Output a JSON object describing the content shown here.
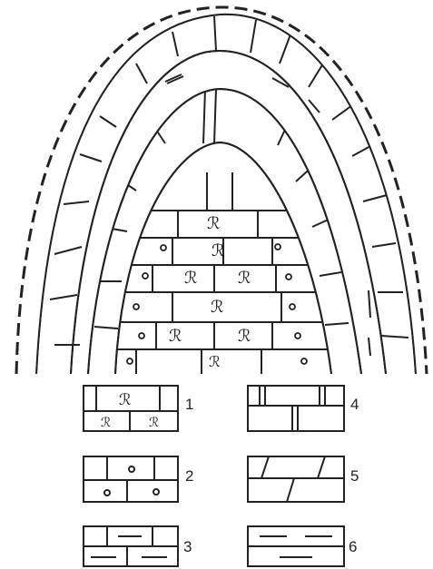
{
  "figure": {
    "legend": [
      {
        "id": "1",
        "label": "1",
        "pattern": "brick-with-fossil-symbol"
      },
      {
        "id": "2",
        "label": "2",
        "pattern": "brick-with-circles"
      },
      {
        "id": "3",
        "label": "3",
        "pattern": "brick-with-dashes"
      },
      {
        "id": "4",
        "label": "4",
        "pattern": "brick-with-double-vertical-lines"
      },
      {
        "id": "5",
        "label": "5",
        "pattern": "brick-with-slanted-joints"
      },
      {
        "id": "6",
        "label": "6",
        "pattern": "horizontal-layers-with-dashes"
      }
    ]
  }
}
